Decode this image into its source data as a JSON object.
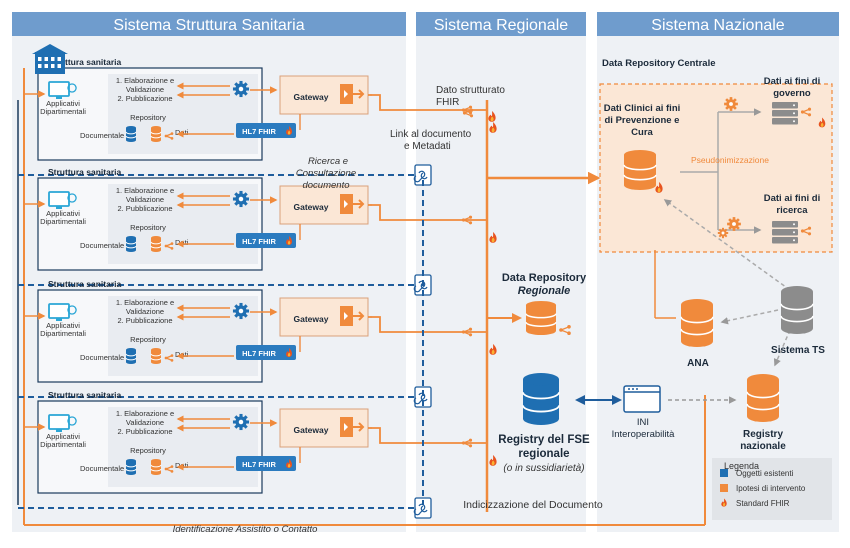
{
  "sections": {
    "struttura": "Sistema Struttura Sanitaria",
    "regionale": "Sistema Regionale",
    "nazionale": "Sistema Nazionale"
  },
  "struttura_items": [
    {
      "title": "Struttura sanitaria"
    },
    {
      "title": "Struttura sanitaria"
    },
    {
      "title": "Struttura sanitaria"
    },
    {
      "title": "Struttura sanitaria"
    }
  ],
  "struttura_labels": {
    "applicativi_1": "Applicativi",
    "applicativi_2": "Dipartimentali",
    "elab_1": "1. Elaborazione e",
    "elab_2": "Validazione",
    "elab_3": "2. Pubblicazione",
    "repository": "Repository",
    "documentale": "Documentale",
    "dati": "Dati",
    "gateway": "Gateway",
    "hl7": "HL7 FHIR"
  },
  "regionale": {
    "dato_strutturato_1": "Dato strutturato",
    "dato_strutturato_2": "FHIR",
    "link_1": "Link al documento",
    "link_2": "e Metadati",
    "ricerca_1": "Ricerca e",
    "ricerca_2": "Consultazione",
    "ricerca_3": "documento",
    "drr_1": "Data Repository",
    "drr_2": "Regionale",
    "registry_1": "Registry del FSE",
    "registry_2": "regionale",
    "registry_3": "(o in sussidiarietà)",
    "indicizzazione": "Indicizzazione del Documento",
    "identificazione": "Identificazione Assistito o Contatto"
  },
  "nazionale": {
    "drc": "Data Repository Centrale",
    "dati_clinici_1": "Dati Clinici ai fini",
    "dati_clinici_2": "di Prevenzione e",
    "dati_clinici_3": "Cura",
    "pseudo": "Pseudonimizzazione",
    "governo_1": "Dati ai fini di",
    "governo_2": "governo",
    "ricerca_1": "Dati ai fini di",
    "ricerca_2": "ricerca",
    "ini_1": "INI",
    "ini_2": "Interoperabilità",
    "ana": "ANA",
    "sistema_ts": "Sistema TS",
    "registry_naz_1": "Registry",
    "registry_naz_2": "nazionale"
  },
  "legend": {
    "title": "Legenda",
    "items": [
      {
        "label": "Oggetti esistenti",
        "color": "#1f6fb2"
      },
      {
        "label": "Ipotesi di intervento",
        "color": "#f08a3c"
      },
      {
        "label": "Standard FHIR",
        "color": "#e8531f"
      }
    ]
  },
  "colors": {
    "orange": "#f08a3c",
    "blue": "#1f6fb2",
    "navy": "#1b3a5c",
    "header": "#6f9ccd",
    "gray": "#8c8c8c",
    "teal": "#2aa6d6"
  }
}
